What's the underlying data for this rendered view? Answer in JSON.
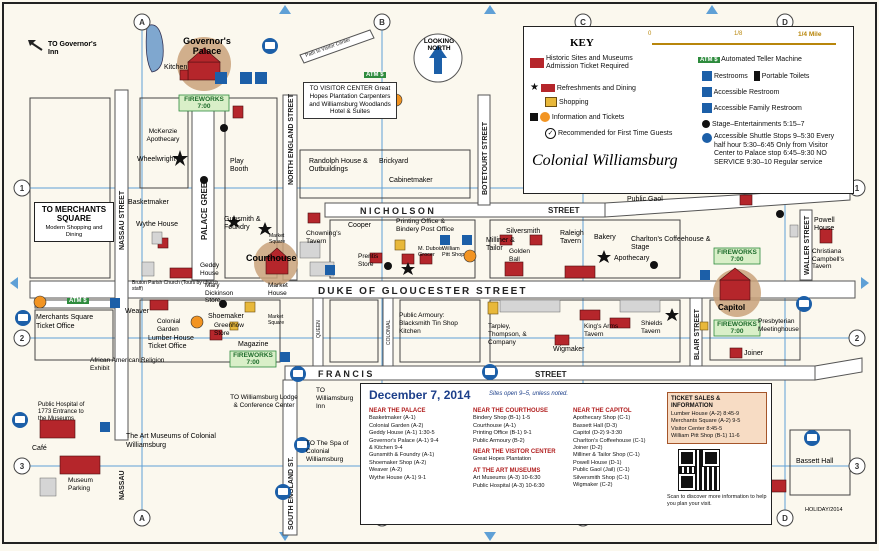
{
  "streets": {
    "nicholson": "N I C H O L S O N",
    "nicholson_right": "STREET",
    "dog": "DUKE OF GLOUCESTER STREET",
    "francis": "F R A N C I S",
    "francis_right": "STREET",
    "nassau": "NASSAU STREET",
    "nassau_lower": "NASSAU",
    "palace_green": "PALACE GREEN",
    "north_england": "NORTH ENGLAND STREET",
    "south_england": "SOUTH ENGLAND ST.",
    "botetourt": "BOTETOURT STREET",
    "blair": "BLAIR STREET",
    "waller": "WALLER STREET",
    "queen": "QUEEN",
    "colonial": "COLONIAL",
    "market_square": "Market Square",
    "path_to_center": "Path to Visitor Center"
  },
  "grid": {
    "cols": [
      "A",
      "B",
      "C",
      "D"
    ],
    "rows": [
      "1",
      "2",
      "3"
    ]
  },
  "labels": {
    "governors_inn": "TO Governor's Inn",
    "governors_palace": "Governor's Palace",
    "kitchen": "Kitchen",
    "fireworks": "FIREWORKS 7:00",
    "mckenzie": "McKenzie Apothecary",
    "wheelwright": "Wheelwright",
    "play_booth": "Play Booth",
    "visitor_center": "TO VISITOR CENTER Great Hopes Plantation Carpenters and Williamsburg Woodlands Hotel & Suites",
    "atm": "ATM $",
    "looking_north": "LOOKING NORTH",
    "randolph": "Randolph House & Outbuildings",
    "brickyard": "Brickyard",
    "cabinetmaker": "Cabinetmaker",
    "merchants_sq": "TO MERCHANTS SQUARE",
    "merchants_sq_sub": "Modern Shopping and Dining",
    "basketmaker": "Basketmaker",
    "wythe": "Wythe House",
    "gunsmith": "Gunsmith & Foundry",
    "geddy": "Geddy House",
    "courthouse": "Courthouse",
    "chownings": "Chowning's Tavern",
    "cooper": "Cooper",
    "prentis": "Prentis Store",
    "printing": "Printing Office & Bindery Post Office",
    "dubois": "M. Dubois Grocer",
    "pitt": "William Pitt Shop",
    "public_gaol": "Public Gaol",
    "powell": "Powell House",
    "christiana": "Christiana Campbell's Tavern",
    "milliner": "Milliner & Tailor",
    "silversmith": "Silversmith",
    "golden_ball": "Golden Ball",
    "raleigh": "Raleigh Tavern",
    "bakery": "Bakery",
    "charltons": "Charlton's Coffeehouse & Stage",
    "apothecary": "Apothecary",
    "capitol": "Capitol",
    "bruton": "Bruton Parish Church (Tours by church staff)",
    "mary_dickinson": "Mary Dickinson Store",
    "market_house": "Market House",
    "weaver": "Weaver",
    "colonial_garden": "Colonial Garden",
    "shoemaker": "Shoemaker",
    "greenhow": "Greenhow Store",
    "lumber_house": "Lumber House Ticket Office",
    "magazine": "Magazine",
    "public_armoury": "Public Armoury: Blacksmith Tin Shop Kitchen",
    "tarpley": "Tarpley, Thompson, & Company",
    "kings_arms": "King's Arms Tavern",
    "shields": "Shields Tavern",
    "wigmaker": "Wigmaker",
    "presbyterian": "Presbyterian Meetinghouse",
    "joiner": "Joiner",
    "merchants_ticket": "Merchants Square Ticket Office",
    "african": "African American Religion Exhibit",
    "lodge": "TO Williamsburg Lodge & Conference Center",
    "williamsburg_inn": "TO Williamsburg Inn",
    "spa": "TO The Spa of Colonial Williamsburg",
    "public_hospital": "Public Hospital of 1773 Entrance to the Museums",
    "cafe": "Café",
    "art_museums": "The Art Museums of Colonial Williamsburg",
    "museum_parking": "Museum Parking",
    "bassett": "Bassett Hall",
    "holiday": "HOLIDAY/2014"
  },
  "key": {
    "title": "KEY",
    "scale": [
      "0",
      "1/8",
      "1/4 Mile"
    ],
    "items": [
      "Historic Sites and Museums Admission Ticket Required",
      "Refreshments and Dining",
      "Shopping",
      "Information and Tickets",
      "Recommended for First Time Guests",
      "Automated Teller Machine",
      "Restrooms",
      "Portable Toilets",
      "Accessible Restroom",
      "Accessible Family Restroom",
      "Stage–Entertainments 5:15–7",
      "Accessible Shuttle Stops 9–5:30 Every half hour 5:30–6:45 Only from Visitor Center to Palace stop 6:45–9:30 NO SERVICE 9:30–10 Regular service"
    ],
    "logo": "Colonial Williamsburg"
  },
  "schedule": {
    "title": "December 7, 2014",
    "subtitle": "Sites open 9–5, unless noted.",
    "near_palace": {
      "heading": "NEAR THE PALACE",
      "items": [
        "Basketmaker (A-1)",
        "Colonial Garden (A-2)",
        "Geddy House (A-1) 1:30-5",
        "Governor's Palace (A-1) 9-4",
        "& Kitchen 9-4",
        "Gunsmith & Foundry (A-1)",
        "Shoemaker Shop (A-2)",
        "Weaver (A-2)",
        "Wythe House (A-1) 9-1"
      ]
    },
    "near_courthouse": {
      "heading": "NEAR THE COURTHOUSE",
      "items": [
        "Bindery Shop (B-1) 1-5",
        "Courthouse (A-1)",
        "Printing Office (B-1) 9-1",
        "Public Armoury (B-2)"
      ]
    },
    "near_visitor": {
      "heading": "NEAR THE VISITOR CENTER",
      "items": [
        "Great Hopes Plantation"
      ]
    },
    "near_museums": {
      "heading": "AT THE ART MUSEUMS",
      "items": [
        "Art Museums (A-3) 10-6:30",
        "Public Hospital (A-3) 10-6:30"
      ]
    },
    "near_capitol": {
      "heading": "NEAR THE CAPITOL",
      "items": [
        "Apothecary Shop (C-1)",
        "Bassett Hall (D-3)",
        "Capitol (D-2) 9-3:30",
        "Charlton's Coffeehouse (C-1)",
        "Joiner (D-2)",
        "Milliner & Tailor Shop (C-1)",
        "Powell House (D-1)",
        "Public Gaol (Jail) (C-1)",
        "Silversmith Shop (C-1)",
        "Wigmaker (C-2)"
      ]
    },
    "tickets": {
      "heading": "TICKET SALES & INFORMATION",
      "items": [
        "Lumber House (A-2) 8:45-9",
        "Merchants Square (A-2) 9-5",
        "Visitor Center 8:45-5",
        "William Pitt Shop (B-1) 11-6"
      ]
    },
    "qr_text": "Scan to discover more information to help you plan your visit."
  },
  "colors": {
    "road": "#c9d3dd",
    "road_edge": "#7b8794",
    "building": "#b5262b",
    "shop": "#e8b83a",
    "info": "#f29422",
    "rest": "#1c5fa8",
    "green": "#2e8b3d",
    "highlight": "#c9a27a"
  }
}
